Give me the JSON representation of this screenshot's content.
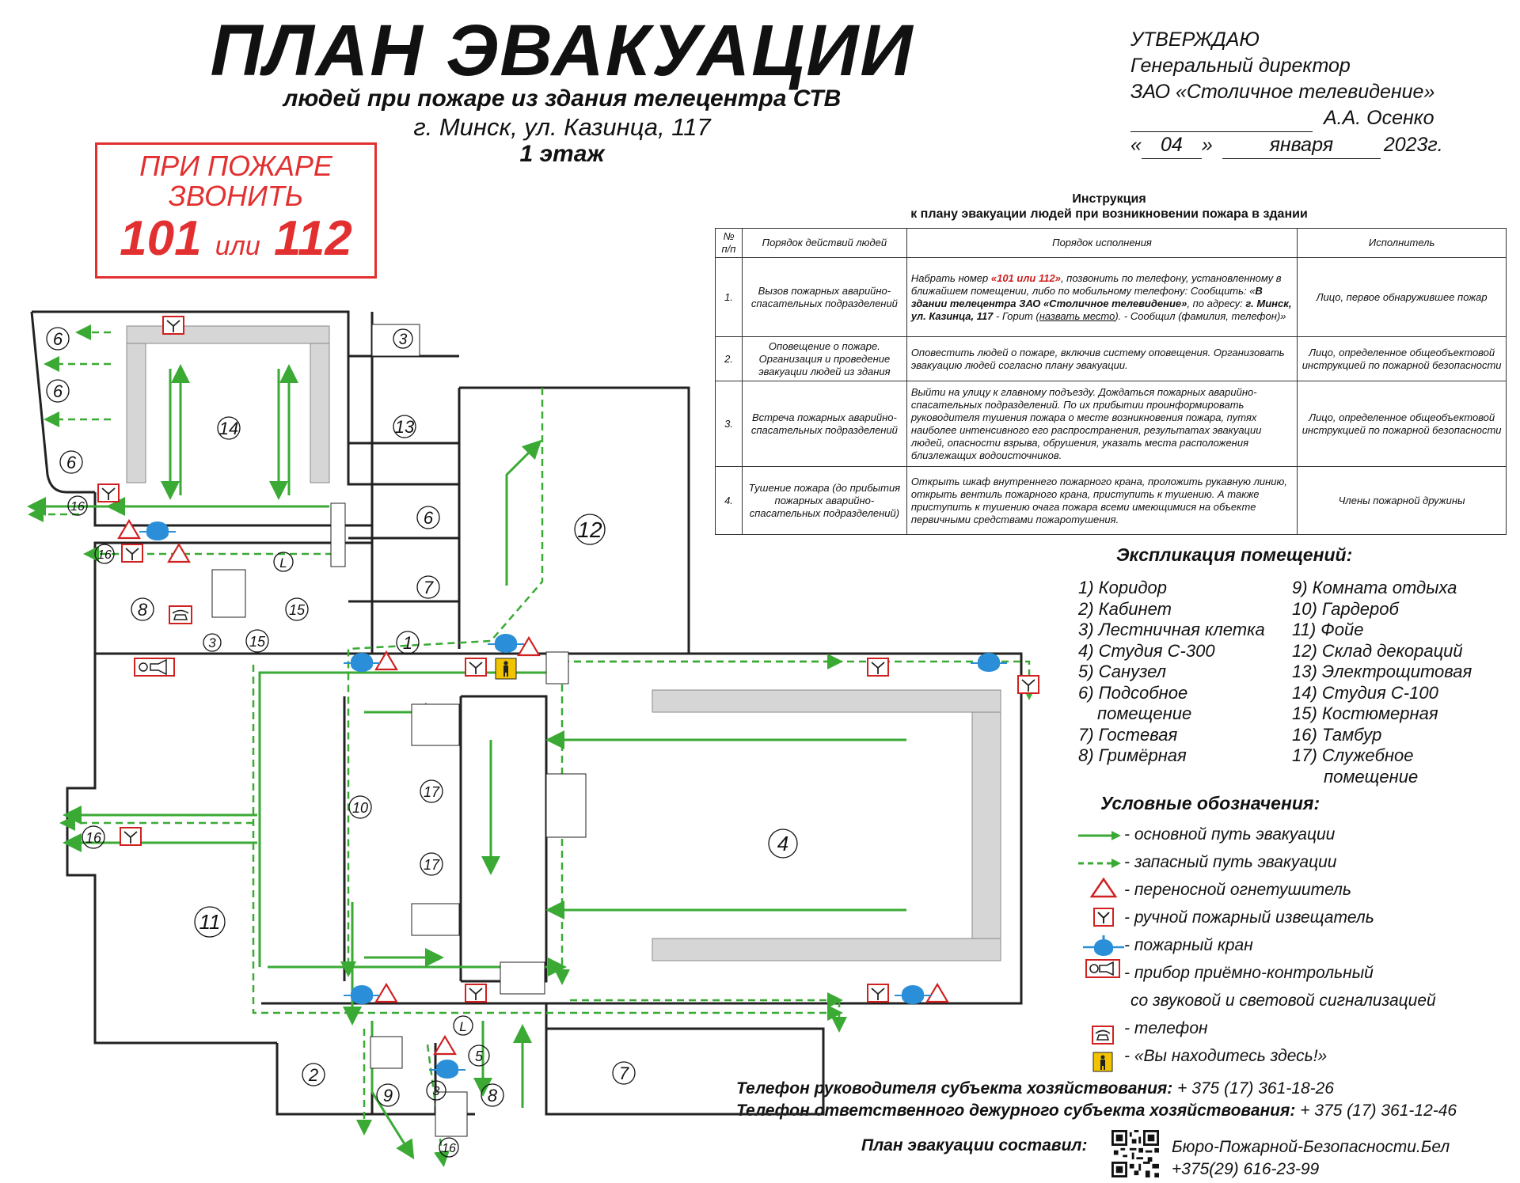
{
  "header": {
    "title": "ПЛАН ЭВАКУАЦИИ",
    "subtitle": "людей при пожаре из здания телецентра СТВ",
    "address": "г. Минск, ул. Казинца, 117",
    "floor": "1 этаж"
  },
  "fire_notice": {
    "line1": "ПРИ ПОЖАРЕ",
    "line2": "ЗВОНИТЬ",
    "num1": "101",
    "or": "или",
    "num2": "112"
  },
  "approval": {
    "line1": "УТВЕРЖДАЮ",
    "line2": "Генеральный директор",
    "line3": "ЗАО «Столичное телевидение»",
    "name": "А.А. Осенко",
    "quote_open": "«",
    "day": "04",
    "quote_close": "»",
    "month": "января",
    "year": "2023г."
  },
  "instruction": {
    "title1": "Инструкция",
    "title2": "к плану эвакуации людей при возникновении пожара в здании",
    "headers": [
      "№ п/п",
      "Порядок действий людей",
      "Порядок исполнения",
      "Исполнитель"
    ],
    "rows": [
      {
        "n": "1.",
        "action": "Вызов пожарных аварийно-спасательных подразделений",
        "exec_a": "Набрать номер ",
        "exec_red": "«101 или 112»",
        "exec_b": ", позвонить по телефону, установленному в ближайшем помещении, либо по мобильному телефону: Сообщить: «",
        "exec_bold1": "В здании телецентра ЗАО «Столичное телевидение»",
        "exec_c": ", по адресу: ",
        "exec_bold2": "г. Минск, ул. Казинца, 117",
        "exec_d": " - Горит (",
        "exec_u": "назвать место",
        "exec_e": "). - Сообщил (фамилия, телефон)»",
        "who": "Лицо, первое обнаружившее пожар"
      },
      {
        "n": "2.",
        "action": "Оповещение о пожаре. Организация и проведение эвакуации людей из здания",
        "exec": "Оповестить людей о пожаре, включив систему оповещения. Организовать эвакуацию людей согласно плану эвакуации.",
        "who": "Лицо, определенное общеобъектовой инструкцией по пожарной безопасности"
      },
      {
        "n": "3.",
        "action": "Встреча пожарных аварийно-спасательных подразделений",
        "exec": "Выйти на улицу к главному подъезду. Дождаться пожарных аварийно-спасательных подразделений. По их прибытии проинформировать руководителя тушения пожара о месте возникновения пожара, путях наиболее интенсивного его распространения, результатах эвакуации людей, опасности взрыва, обрушения, указать места расположения близлежащих водоисточников.",
        "who": "Лицо, определенное общеобъектовой инструкцией по пожарной безопасности"
      },
      {
        "n": "4.",
        "action": "Тушение пожара (до прибытия пожарных аварийно-спасательных подразделений)",
        "exec": "Открыть шкаф внутреннего пожарного крана, проложить рукавную линию, открыть вентиль пожарного крана, приступить к тушению. А также приступить к тушению очага пожара всеми имеющимися на объекте первичными средствами пожаротушения.",
        "who": "Члены пожарной дружины"
      }
    ]
  },
  "explication": {
    "title": "Экспликация помещений:",
    "left": [
      "1) Коридор",
      "2) Кабинет",
      "3) Лестничная клетка",
      "4) Студия С-300",
      "5) Санузел",
      "6) Подсобное",
      "помещение",
      "7) Гостевая",
      "8) Гримёрная"
    ],
    "right": [
      "9) Комната отдыха",
      "10) Гардероб",
      "11) Фойе",
      "12) Склад декораций",
      "13) Электрощитовая",
      "14) Студия С-100",
      "15) Костюмерная",
      "16) Тамбур",
      "17) Служебное",
      "помещение"
    ]
  },
  "legend": {
    "title": "Условные обозначения:",
    "items": [
      "- основной путь эвакуации",
      "- запасный путь эвакуации",
      "- переносной огнетушитель",
      "- ручной пожарный извещатель",
      "- пожарный кран",
      "- прибор приёмно-контрольный",
      "со звуковой и световой сигнализацией",
      "- телефон",
      "- «Вы находитесь здесь!»"
    ]
  },
  "contacts": {
    "head_label": "Телефон руководителя субъекта хозяйствования:",
    "head_phone": " + 375 (17) 361-18-26",
    "duty_label": "Телефон ответственного дежурного субъекта хозяйствования:",
    "duty_phone": " + 375 (17) 361-12-46",
    "composed": "План эвакуации составил:",
    "bureau": "Бюро-Пожарной-Безопасности.Бел",
    "bureau_phone": "+375(29) 616-23-99"
  },
  "plan": {
    "room_labels": [
      "6",
      "6",
      "6",
      "14",
      "3",
      "13",
      "16",
      "6",
      "12",
      "16",
      "7",
      "8",
      "15",
      "3",
      "15",
      "1",
      "11",
      "10",
      "17",
      "17",
      "4",
      "16",
      "2",
      "9",
      "3",
      "8",
      "5",
      "7",
      "16",
      "L",
      "L"
    ],
    "colors": {
      "route": "#3aaa35",
      "alert": "#d02020",
      "hydrant": "#2a8fd8",
      "you": "#f2c400",
      "wall": "#222222",
      "grey": "#d6d6d6"
    }
  }
}
